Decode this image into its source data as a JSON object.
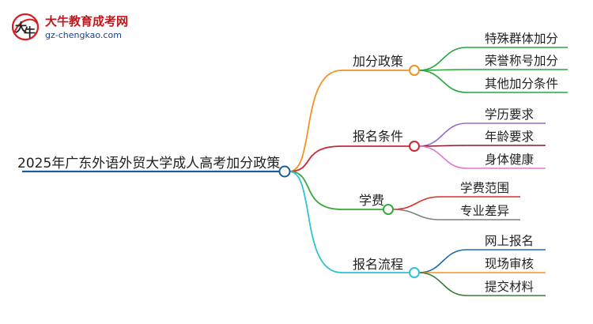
{
  "logo": {
    "title": "大牛教育成考网",
    "url": "gz-chengkao.com",
    "mark_chars": [
      "大",
      "牛"
    ],
    "colors": {
      "red": "#d41f26",
      "blue": "#1f3e8c"
    }
  },
  "mindmap": {
    "root": {
      "label": "2025年广东外语外贸大学成人高考加分政策",
      "color": "#1a5e9a"
    },
    "branches": [
      {
        "label": "加分政策",
        "color": "#f39325",
        "children": [
          {
            "label": "特殊群体加分",
            "color": "#2aa63d"
          },
          {
            "label": "荣誉称号加分",
            "color": "#2aa63d"
          },
          {
            "label": "其他加分条件",
            "color": "#2aa63d"
          }
        ]
      },
      {
        "label": "报名条件",
        "color": "#c8283a",
        "children": [
          {
            "label": "学历要求",
            "color": "#9b6bc8"
          },
          {
            "label": "年龄要求",
            "color": "#8a1c2a"
          },
          {
            "label": "身体健康",
            "color": "#e07ad0"
          }
        ]
      },
      {
        "label": "学费",
        "color": "#38a83a",
        "children": [
          {
            "label": "学费范围",
            "color": "#d9312b"
          },
          {
            "label": "专业差异",
            "color": "#808080"
          }
        ]
      },
      {
        "label": "报名流程",
        "color": "#2ec4d6",
        "children": [
          {
            "label": "网上报名",
            "color": "#1f6cb0"
          },
          {
            "label": "现场审核",
            "color": "#f39325"
          },
          {
            "label": "提交材料",
            "color": "#3a7d3a"
          }
        ]
      }
    ]
  }
}
